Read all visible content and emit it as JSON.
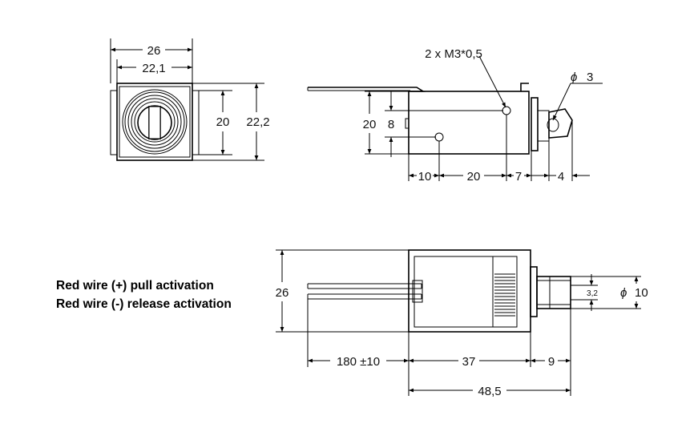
{
  "front_view": {
    "dim_outer_width": "26",
    "dim_inner_width": "22,1",
    "dim_inner_height": "20",
    "dim_outer_height": "22,2"
  },
  "side_view": {
    "dim_thread": "2 x M3*0,5",
    "dim_phi_symbol": "ϕ",
    "dim_phi_value": "3",
    "dim_body_height": "20",
    "dim_hole_offset": "8",
    "dim_10": "10",
    "dim_20": "20",
    "dim_7": "7",
    "dim_4": "4"
  },
  "bottom_view": {
    "dim_height": "26",
    "dim_wire": "180 ±10",
    "dim_body": "37",
    "dim_plunger": "9",
    "dim_total": "48,5",
    "dim_bore": "3,2",
    "dim_phi_symbol": "ϕ",
    "dim_phi_value": "10"
  },
  "notes": {
    "line1": "Red wire (+) pull activation",
    "line2": "Red wire (-) release activation"
  }
}
